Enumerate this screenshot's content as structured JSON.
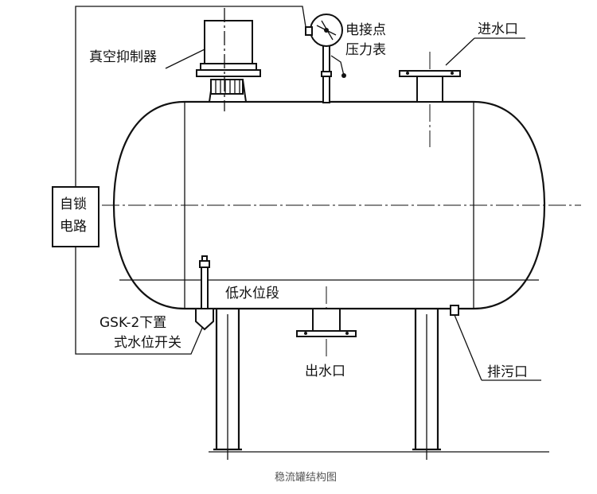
{
  "labels": {
    "vacuum_suppressor": "真空抑制器",
    "gauge_line1": "电接点",
    "gauge_line2": "压力表",
    "water_inlet": "进水口",
    "self_lock_line1": "自锁",
    "self_lock_line2": "电路",
    "low_water_section": "低水位段",
    "switch_line1": "GSK-2下置",
    "switch_line2": "式水位开关",
    "water_outlet": "出水口",
    "drain_outlet": "排污口"
  },
  "caption": "稳流罐结构图",
  "colors": {
    "line": "#111111",
    "background": "#ffffff",
    "caption": "#555555"
  }
}
